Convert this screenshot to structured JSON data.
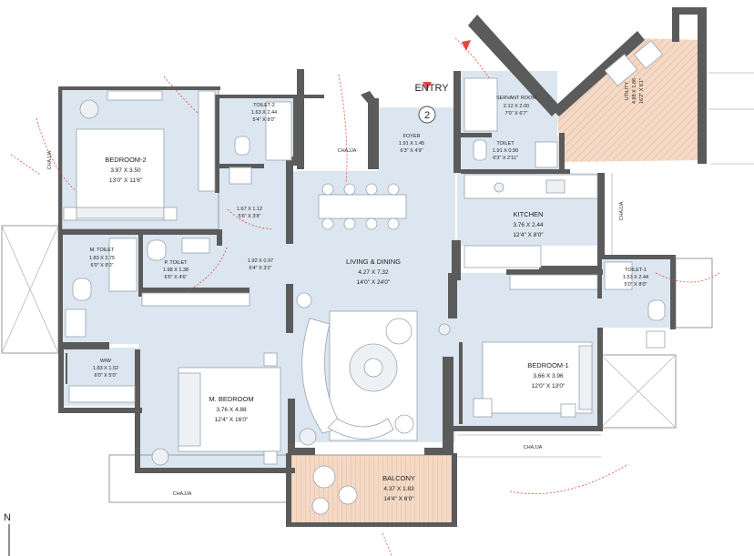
{
  "entry": {
    "label": "ENTRY",
    "number": "2"
  },
  "north": "N",
  "rooms": {
    "bedroom2": {
      "name": "BEDROOM-2",
      "metric": "3.97 X 3.50",
      "imperial": "13'0\" X 11'6\""
    },
    "toilet2": {
      "name": "TOILET-2",
      "metric": "1.63 X 2.44",
      "imperial": "5'4\" X 8'0\""
    },
    "foyer": {
      "name": "FOYER",
      "metric": "1.91 X 1.45",
      "imperial": "6'3\" X 4'9\""
    },
    "servant": {
      "name": "SERVANT ROOM",
      "metric": "2.12 X 2.00",
      "imperial": "7'0\" X 6'7\""
    },
    "utility": {
      "name": "UTILITY",
      "metric": "4.88 X 1.86",
      "imperial": "16'2\" X 6'1\""
    },
    "stoilet": {
      "name": "TOILET",
      "metric": "1.91 X 0.90",
      "imperial": "6'3\" X 2'11\""
    },
    "kitchen": {
      "name": "KITCHEN",
      "metric": "3.76 X 2.44",
      "imperial": "12'4\" X 8'0\""
    },
    "passage1": {
      "metric": "1.67 X 1.12",
      "imperial": "5'6\" X 3'8\""
    },
    "passage2": {
      "metric": "1.92 X 0.97",
      "imperial": "6'4\" X 3'2\""
    },
    "living": {
      "name": "LIVING & DINING",
      "metric": "4.27 X 7.32",
      "imperial": "14'0\" X 24'0\""
    },
    "mtoilet": {
      "name": "M. TOILET",
      "metric": "1.83 X 2.75",
      "imperial": "6'0\" X 9'0\""
    },
    "ptoilet": {
      "name": "P. TOILET",
      "metric": "1.98 X 1.38",
      "imperial": "6'6\" X 4'6\""
    },
    "toilet1": {
      "name": "TOILET-1",
      "metric": "1.53 X 2.44",
      "imperial": "5'0\" X 8'0\""
    },
    "wiw": {
      "name": "WIW",
      "metric": "1.83 X 1.52",
      "imperial": "6'0\" X 5'0\""
    },
    "mbedroom": {
      "name": "M. BEDROOM",
      "metric": "3.76 X 4.88",
      "imperial": "12'4\" X 16'0\""
    },
    "bedroom1": {
      "name": "BEDROOM-1",
      "metric": "3.66 X 3.96",
      "imperial": "12'0\" X 13'0\""
    },
    "balcony": {
      "name": "BALCONY",
      "metric": "4.37 X 1.83",
      "imperial": "14'4\" X 6'0\""
    }
  },
  "chajja": {
    "left": "CHAJJA",
    "top": "CHAJJA",
    "right": "CHAJJA",
    "bottom_right": "CHAJJA",
    "bottom_left": "CHAJJA"
  },
  "colors": {
    "room_fill": "#dbe6f0",
    "wall": "#5b5b5b",
    "utility_fill": "#f3d9c6",
    "balcony_fill": "#f3d9c6",
    "door_swing": "#e24a3b"
  }
}
